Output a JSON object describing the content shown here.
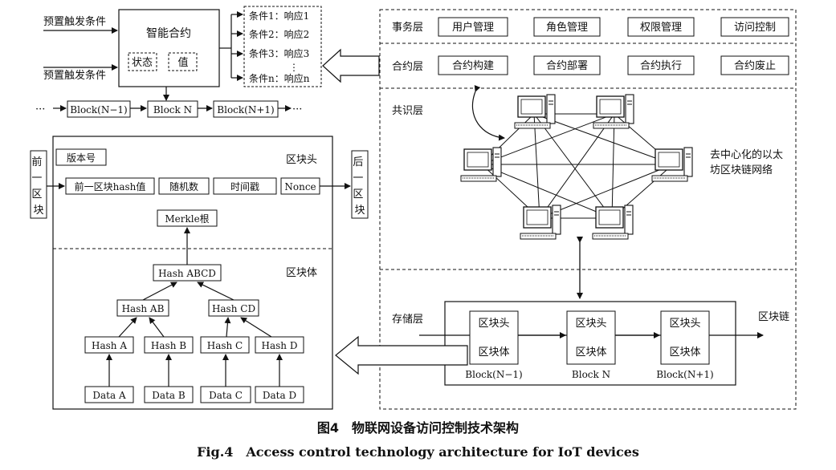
{
  "top": {
    "trigger_1": "预置触发条件",
    "trigger_2": "预置触发条件",
    "contract_title": "智能合约",
    "state_label": "状态",
    "value_label": "值",
    "conditions": [
      "条件1：响应1",
      "条件2：响应2",
      "条件3：响应3",
      "⋮",
      "条件n：响应n"
    ],
    "chain_prev": "Block(N−1)",
    "chain_cur": "Block N",
    "chain_next": "Block(N+1)",
    "ellipsis_left": "···",
    "ellipsis_right": "···"
  },
  "block": {
    "prev_block": "前一区块",
    "next_block": "后一区块",
    "header_label": "区块头",
    "version": "版本号",
    "prev_hash": "前一区块hash值",
    "random": "随机数",
    "timestamp": "时间戳",
    "nonce": "Nonce",
    "merkle_root": "Merkle根",
    "body_label": "区块体",
    "hash_abcd": "Hash ABCD",
    "hash_ab": "Hash AB",
    "hash_cd": "Hash CD",
    "hash_a": "Hash A",
    "hash_b": "Hash B",
    "hash_c": "Hash C",
    "hash_d": "Hash D",
    "data_a": "Data A",
    "data_b": "Data B",
    "data_c": "Data C",
    "data_d": "Data D"
  },
  "layers": {
    "business": {
      "label": "事务层",
      "items": [
        "用户管理",
        "角色管理",
        "权限管理",
        "访问控制"
      ]
    },
    "contract": {
      "label": "合约层",
      "items": [
        "合约构建",
        "合约部署",
        "合约执行",
        "合约废止"
      ]
    },
    "consensus": {
      "label": "共识层",
      "network_label_line1": "去中心化的以太",
      "network_label_line2": "坊区块链网络"
    },
    "storage": {
      "label": "存储层",
      "chain_label": "区块链",
      "blocks": [
        {
          "head": "区块头",
          "body": "区块体",
          "name": "Block(N−1)"
        },
        {
          "head": "区块头",
          "body": "区块体",
          "name": "Block N"
        },
        {
          "head": "区块头",
          "body": "区块体",
          "name": "Block(N+1)"
        }
      ]
    }
  },
  "caption": {
    "cn": "图4　物联网设备访问控制技术架构",
    "en": "Fig.4　Access control technology architecture for IoT devices"
  }
}
